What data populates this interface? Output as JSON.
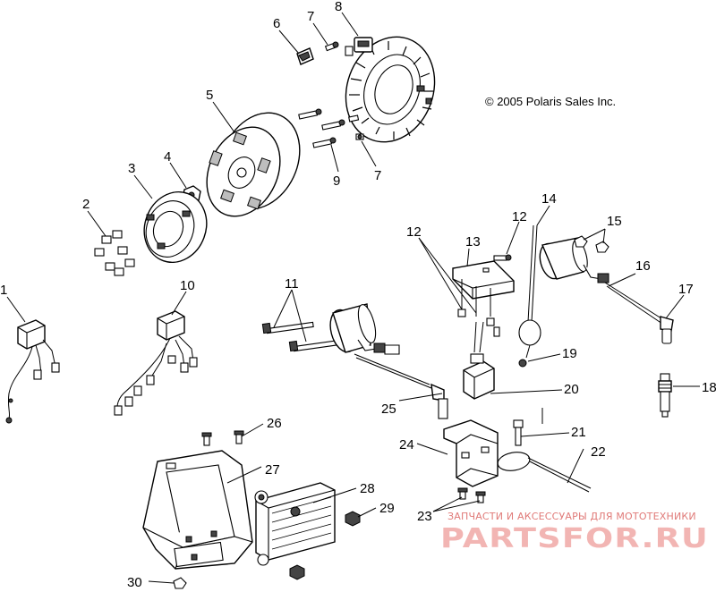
{
  "copyright": "© 2005 Polaris Sales Inc.",
  "watermark": {
    "tagline": "ЗАПЧАСТИ И АКСЕССУАРЫ ДЛЯ МОТОТЕХНИКИ",
    "brand": "PARTSFOR.RU"
  },
  "callouts": {
    "c1": "1",
    "c2": "2",
    "c3": "3",
    "c4": "4",
    "c5": "5",
    "c6": "6",
    "c7a": "7",
    "c7b": "7",
    "c8": "8",
    "c9": "9",
    "c10": "10",
    "c11": "11",
    "c12a": "12",
    "c12b": "12",
    "c13": "13",
    "c14": "14",
    "c15": "15",
    "c16": "16",
    "c17": "17",
    "c18": "18",
    "c19": "19",
    "c20": "20",
    "c21": "21",
    "c22": "22",
    "c23": "23",
    "c24": "24",
    "c25": "25",
    "c26": "26",
    "c27": "27",
    "c28": "28",
    "c29": "29",
    "c30": "30"
  }
}
